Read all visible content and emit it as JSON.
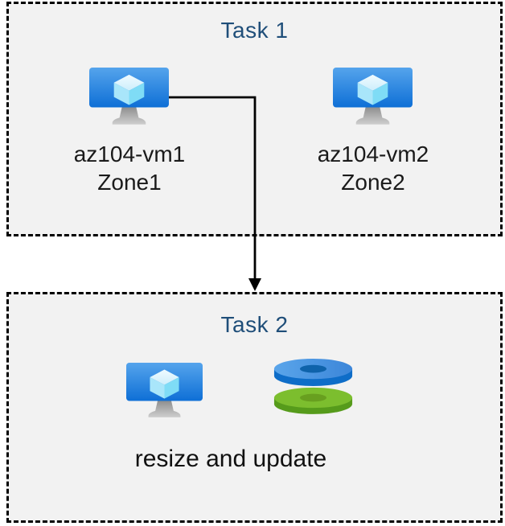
{
  "diagram": {
    "task1": {
      "title": "Task 1",
      "vms": [
        {
          "name": "az104-vm1",
          "zone": "Zone1"
        },
        {
          "name": "az104-vm2",
          "zone": "Zone2"
        }
      ]
    },
    "task2": {
      "title": "Task 2",
      "caption": "resize and update"
    },
    "connector": {
      "from": "az104-vm1",
      "to": "Task 2",
      "style": "elbow-arrow-down"
    },
    "icons": [
      "virtual-machine-icon",
      "virtual-machine-icon",
      "virtual-machine-icon",
      "managed-disks-icon"
    ],
    "colors": {
      "title_text": "#1f4e79",
      "label_text": "#1a1a1a",
      "box_fill": "#f2f2f2",
      "box_border": "#000000",
      "vm_screen_top": "#4b9dea",
      "vm_screen_bottom": "#0e6fd6",
      "cube_light": "#def4fd",
      "disk_blue_top": "#4a94e0",
      "disk_blue_side": "#0e6dc8",
      "disk_green_top": "#7cbe2e",
      "disk_green_side": "#569b1b"
    }
  }
}
